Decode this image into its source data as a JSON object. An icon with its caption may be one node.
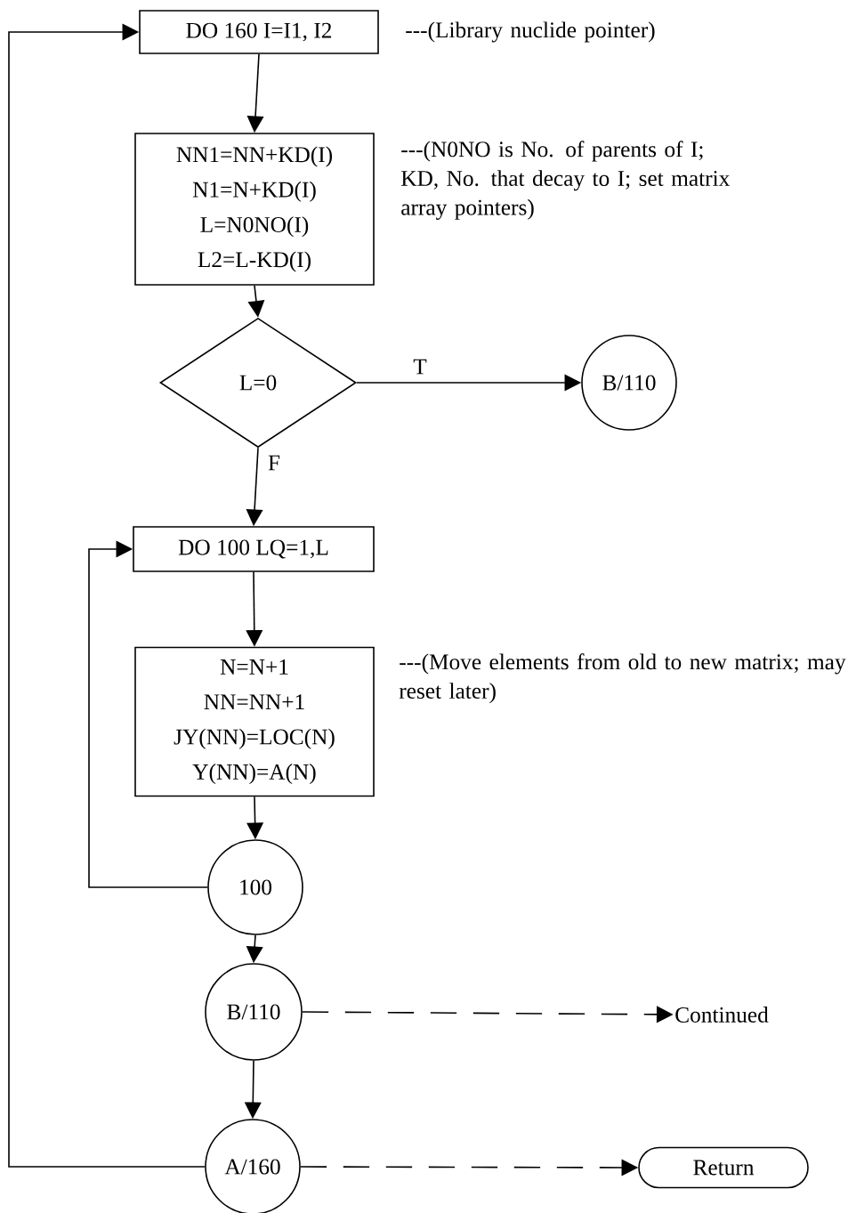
{
  "diagram": {
    "nodes": [
      {
        "text": [
          "DO 160 I=I1, I2"
        ],
        "beside": [
          "---(Library nuclide pointer)"
        ]
      },
      {
        "text": [
          "NN1=NN+KD(I)",
          "N1=N+KD(I)",
          "L=N0NO(I)",
          "L2=L-KD(I)"
        ],
        "beside": [
          "---(N0NO is No. of parents of I; KD, No. that decay to I; set matrix array pointers)"
        ]
      },
      {
        "text": [
          "L=0"
        ]
      },
      {
        "text": [
          "B/110"
        ]
      },
      {
        "text": [
          "DO 100 LQ=1,L"
        ]
      },
      {
        "text": [
          "N=N+1",
          "NN=NN+1",
          "JY(NN)=LOC(N)",
          "Y(NN)=A(N)"
        ],
        "beside": [
          "---(Move elements from old to new matrix; may reset later)"
        ]
      },
      {
        "text": [
          "100"
        ]
      },
      {
        "text": [
          "B/110"
        ]
      },
      {
        "text": [
          "Continued"
        ]
      },
      {
        "text": [
          "A/160"
        ]
      },
      {
        "text": [
          "Return"
        ]
      }
    ],
    "edges": [
      {
        "from": 0,
        "to": 1,
        "arrow": "to"
      },
      {
        "from": 1,
        "to": 2,
        "arrow": "to"
      },
      {
        "from": 2,
        "to": 3,
        "arrow": "to",
        "label": "T"
      },
      {
        "from": 2,
        "to": 4,
        "arrow": "to",
        "label": "F"
      },
      {
        "from": 4,
        "to": 5,
        "arrow": "to"
      },
      {
        "from": 5,
        "to": 6,
        "arrow": "to"
      },
      {
        "from": 6,
        "to": 4,
        "arrow": "to"
      },
      {
        "from": 6,
        "to": 7,
        "arrow": "to"
      },
      {
        "from": 7,
        "to": 8,
        "arrow": "to",
        "style": "dashed"
      },
      {
        "from": 7,
        "to": 9,
        "arrow": "to"
      },
      {
        "from": 9,
        "to": 0,
        "arrow": "to"
      },
      {
        "from": 9,
        "to": 10,
        "arrow": "to",
        "style": "dashed"
      }
    ]
  }
}
